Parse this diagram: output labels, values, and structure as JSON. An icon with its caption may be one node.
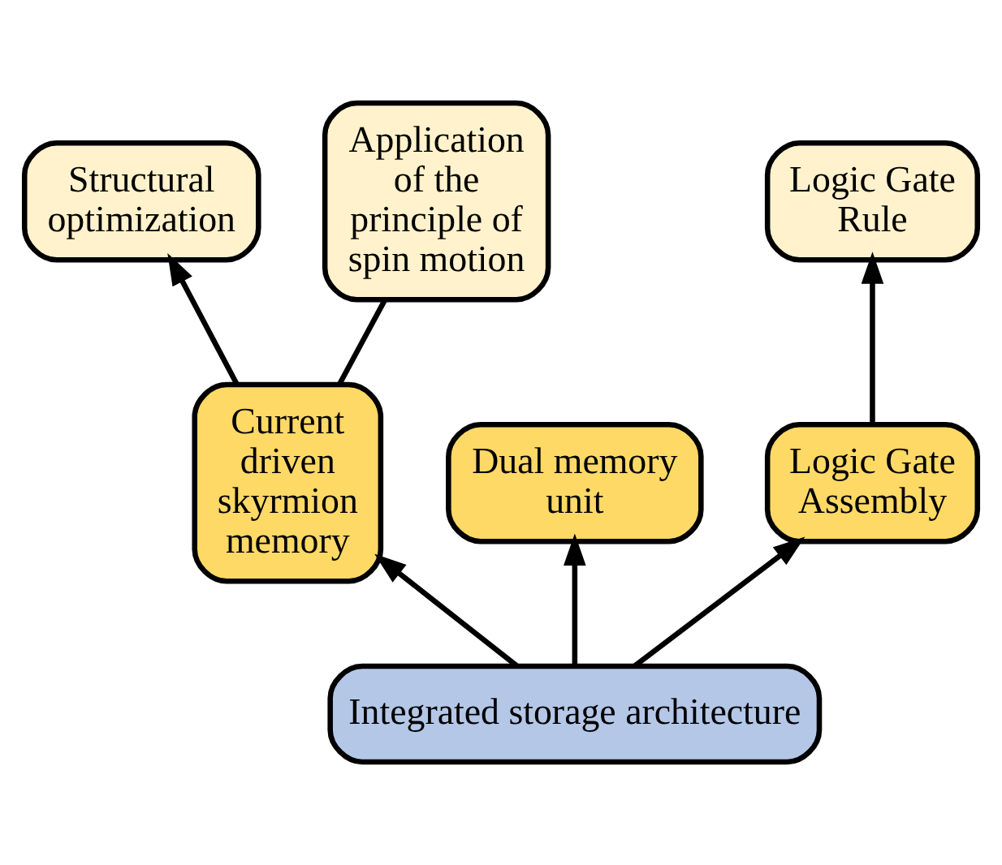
{
  "diagram": {
    "nodes": [
      {
        "text": [
          "Integrated storage architecture"
        ]
      },
      {
        "text": [
          "Current driven skyrmion memory"
        ]
      },
      {
        "text": [
          "Dual memory unit"
        ]
      },
      {
        "text": [
          "Logic Gate Assembly"
        ]
      },
      {
        "text": [
          "Structural optimization"
        ]
      },
      {
        "text": [
          "Application of the principle of spin motion"
        ]
      },
      {
        "text": [
          "Logic Gate Rule"
        ]
      }
    ],
    "edges": [
      {
        "from": 0,
        "to": 1,
        "arrow": "to"
      },
      {
        "from": 0,
        "to": 2,
        "arrow": "to"
      },
      {
        "from": 0,
        "to": 3,
        "arrow": "to"
      },
      {
        "from": 1,
        "to": 4,
        "arrow": "to"
      },
      {
        "from": 1,
        "to": 5,
        "arrow": "none"
      },
      {
        "from": 3,
        "to": 6,
        "arrow": "to"
      }
    ]
  }
}
